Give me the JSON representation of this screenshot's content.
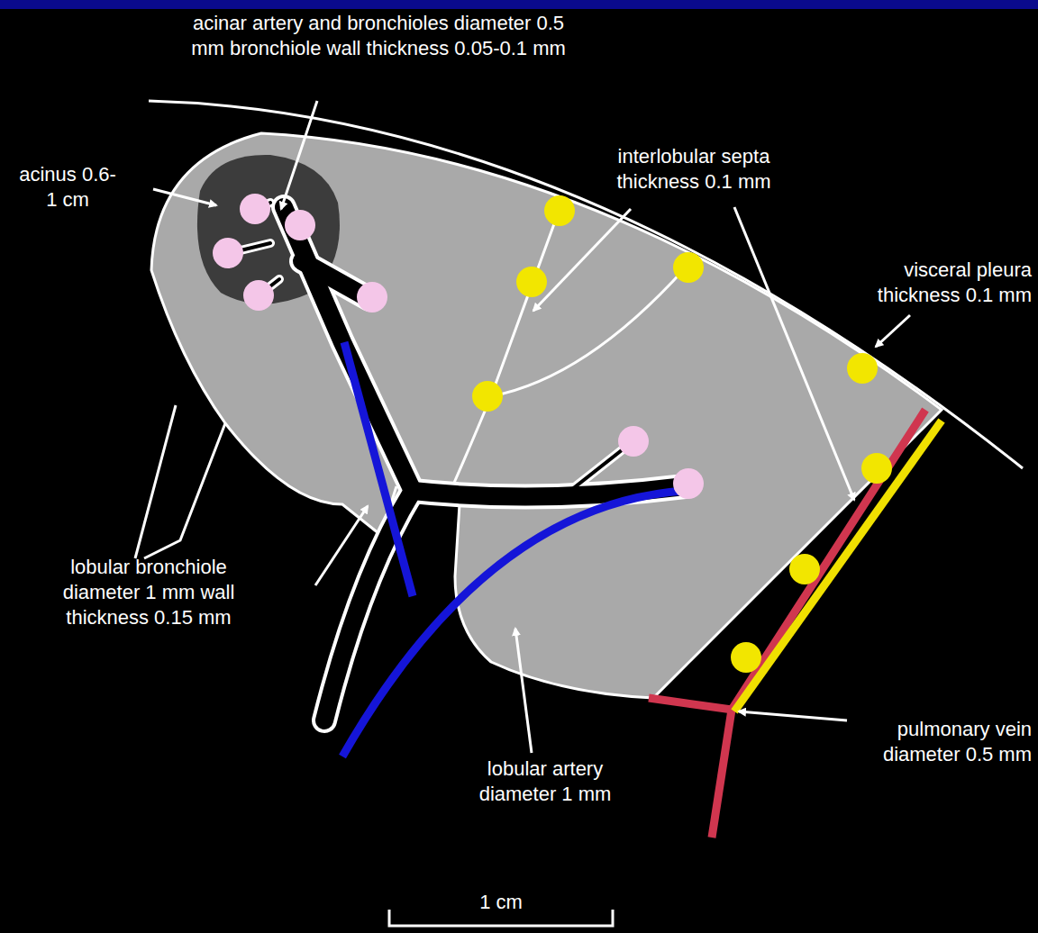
{
  "diagram": {
    "labels": [
      "acinar artery and bronchioles diameter 0.5 mm bronchiole wall thickness 0.05-0.1 mm",
      "acinus 0.6-1 cm",
      "interlobular septa thickness 0.1 mm",
      "visceral pleura thickness 0.1 mm",
      "lobular bronchiole diameter 1 mm wall thickness 0.15 mm",
      "lobular artery diameter 1 mm",
      "pulmonary vein diameter 0.5 mm",
      "1 cm"
    ]
  }
}
